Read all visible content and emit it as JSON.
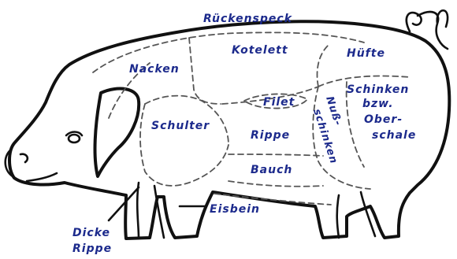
{
  "diagram": {
    "colors": {
      "label": "#1c2a8c",
      "outline": "#111111",
      "cut_line": "#555555",
      "background": "#ffffff"
    },
    "labels": {
      "rueckenspeck": "Rückenspeck",
      "kotelett": "Kotelett",
      "nacken": "Nacken",
      "huefte": "Hüfte",
      "filet": "Filet",
      "schulter": "Schulter",
      "rippe": "Rippe",
      "nuss_1": "Nuß-",
      "nuss_2": "schinken",
      "schinken_1": "Schinken",
      "schinken_2": "bzw.",
      "schinken_3": "Ober-",
      "schinken_4": "schale",
      "bauch": "Bauch",
      "eisbein": "Eisbein",
      "dicke_1": "Dicke",
      "dicke_2": "Rippe"
    }
  }
}
